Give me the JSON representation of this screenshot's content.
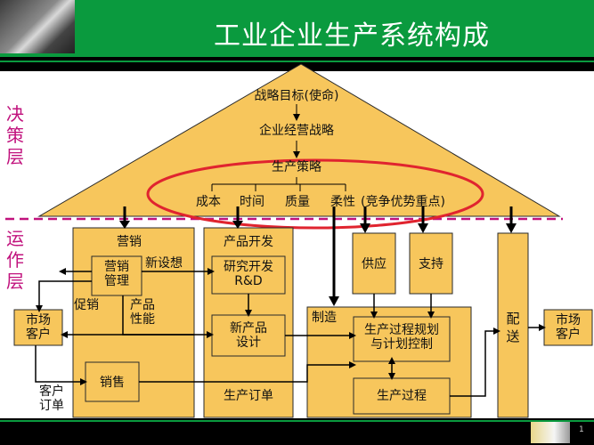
{
  "header": {
    "title": "工业企业生产系统构成"
  },
  "layers": {
    "decision": "决策层",
    "operation": "运作层"
  },
  "pyramid": {
    "mission": "战略目标(使命)",
    "corp_strategy": "企业经营战略",
    "prod_strategy": "生产策略",
    "priorities": [
      "成本",
      "时间",
      "质量",
      "柔性",
      "(竞争优势重点)"
    ]
  },
  "marketing": {
    "title": "营销",
    "mgmt": "营销\n管理",
    "new_idea": "新设想",
    "promo": "促销",
    "perf": "产品\n性能",
    "sales": "销售"
  },
  "customers": {
    "left": "市场\n客户",
    "right": "市场\n客户",
    "order": "客户\n订单"
  },
  "rd": {
    "title": "产品开发",
    "rd_box": "研究开发\nR&D",
    "design": "新产品\n设计",
    "order": "生产订单"
  },
  "mfg": {
    "title": "制造",
    "planning": "生产过程规划\n与计划控制",
    "process": "生产过程"
  },
  "supply": "供应",
  "support": "支持",
  "dist": "配\n送",
  "footer": {
    "page": "1"
  },
  "colors": {
    "box": "#f7c65c",
    "green": "#0a9a3e",
    "magenta": "#c1127d",
    "ellipse": "#e0242f"
  }
}
